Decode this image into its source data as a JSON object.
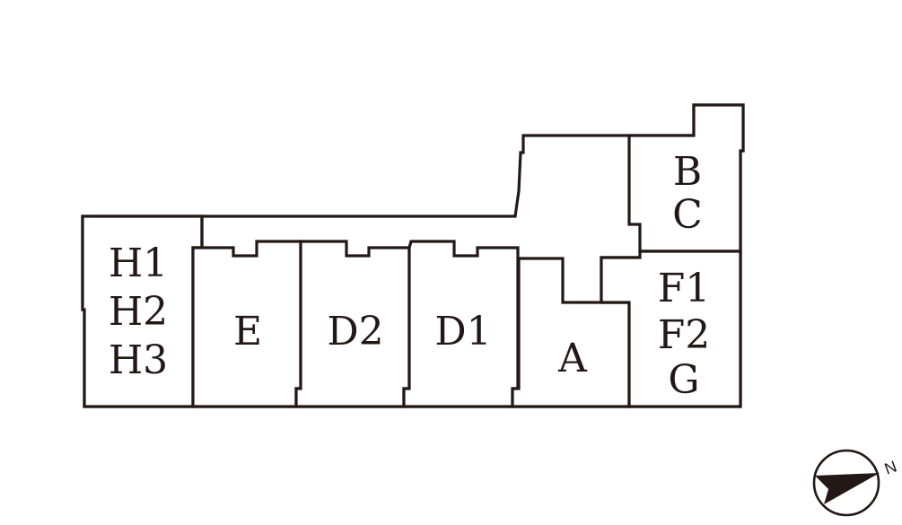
{
  "diagram": {
    "type": "floor-plan-key",
    "line_color": "#231815",
    "background": "#ffffff",
    "units": {
      "h": {
        "lines": [
          "H1",
          "H2",
          "H3"
        ]
      },
      "e": {
        "lines": [
          "E"
        ]
      },
      "d2": {
        "lines": [
          "D2"
        ]
      },
      "d1": {
        "lines": [
          "D1"
        ]
      },
      "a": {
        "lines": [
          "A"
        ]
      },
      "bc": {
        "lines": [
          "B",
          "C"
        ]
      },
      "fg": {
        "lines": [
          "F1",
          "F2",
          "G"
        ]
      }
    },
    "compass": {
      "label": "N"
    }
  }
}
